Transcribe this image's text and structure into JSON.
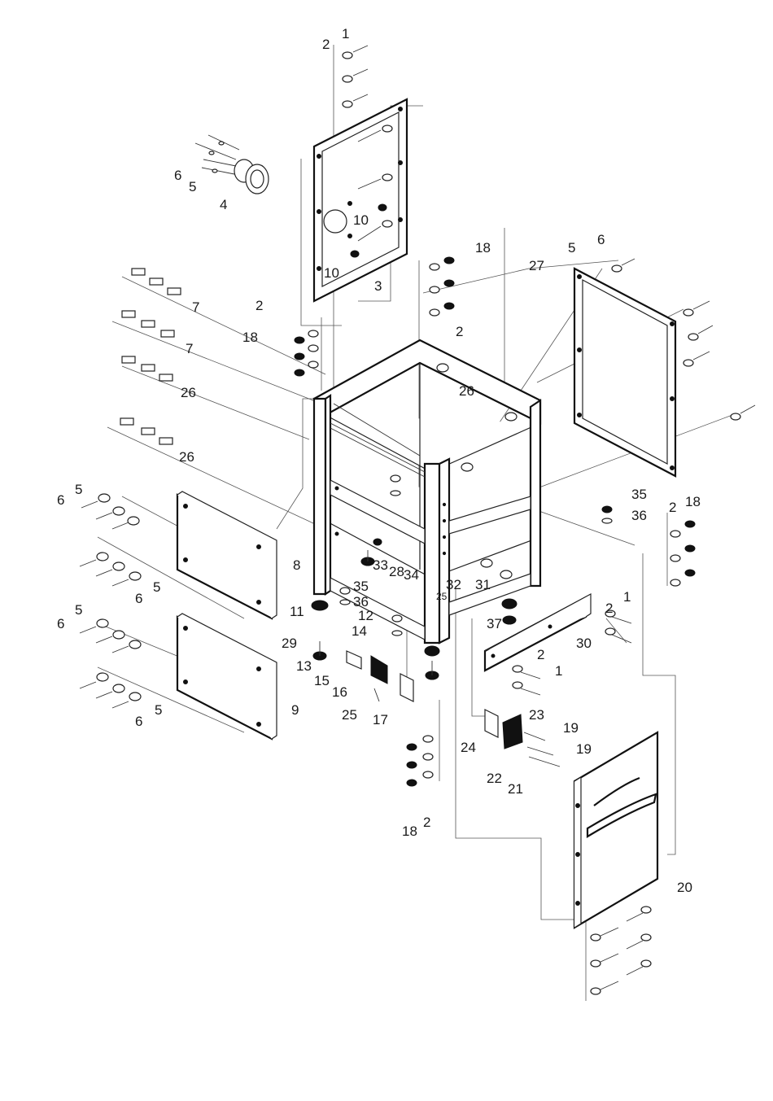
{
  "diagram": {
    "type": "exploded parts diagram",
    "labels": [
      {
        "id": "l1a",
        "text": "1"
      },
      {
        "id": "l2a",
        "text": "2"
      },
      {
        "id": "l6a",
        "text": "6"
      },
      {
        "id": "l5a",
        "text": "5"
      },
      {
        "id": "l4",
        "text": "4"
      },
      {
        "id": "l10a",
        "text": "10"
      },
      {
        "id": "l10b",
        "text": "10"
      },
      {
        "id": "l3",
        "text": "3"
      },
      {
        "id": "l18a",
        "text": "18"
      },
      {
        "id": "l2b",
        "text": "2"
      },
      {
        "id": "l5b",
        "text": "5"
      },
      {
        "id": "l6b",
        "text": "6"
      },
      {
        "id": "l27",
        "text": "27"
      },
      {
        "id": "l7a",
        "text": "7"
      },
      {
        "id": "l7b",
        "text": "7"
      },
      {
        "id": "l2c",
        "text": "2"
      },
      {
        "id": "l18b",
        "text": "18"
      },
      {
        "id": "l26a",
        "text": "26"
      },
      {
        "id": "l26b",
        "text": "26"
      },
      {
        "id": "l26c",
        "text": "26"
      },
      {
        "id": "l5c",
        "text": "5"
      },
      {
        "id": "l6c",
        "text": "6"
      },
      {
        "id": "l8",
        "text": "8"
      },
      {
        "id": "l5d",
        "text": "5"
      },
      {
        "id": "l6d",
        "text": "6"
      },
      {
        "id": "l35a",
        "text": "35"
      },
      {
        "id": "l36a",
        "text": "36"
      },
      {
        "id": "l2d",
        "text": "2"
      },
      {
        "id": "l18c",
        "text": "18"
      },
      {
        "id": "l33",
        "text": "33"
      },
      {
        "id": "l28",
        "text": "28"
      },
      {
        "id": "l34",
        "text": "34"
      },
      {
        "id": "l32",
        "text": "32"
      },
      {
        "id": "l31",
        "text": "31"
      },
      {
        "id": "l11",
        "text": "11"
      },
      {
        "id": "l35b",
        "text": "35"
      },
      {
        "id": "l36b",
        "text": "36"
      },
      {
        "id": "l12",
        "text": "12"
      },
      {
        "id": "l25a",
        "text": "25"
      },
      {
        "id": "l2e",
        "text": "2"
      },
      {
        "id": "l1b",
        "text": "1"
      },
      {
        "id": "l29",
        "text": "29"
      },
      {
        "id": "l37",
        "text": "37"
      },
      {
        "id": "l30",
        "text": "30"
      },
      {
        "id": "l14",
        "text": "14"
      },
      {
        "id": "l13",
        "text": "13"
      },
      {
        "id": "l2f",
        "text": "2"
      },
      {
        "id": "l1c",
        "text": "1"
      },
      {
        "id": "l5e",
        "text": "5"
      },
      {
        "id": "l6e",
        "text": "6"
      },
      {
        "id": "l15",
        "text": "15"
      },
      {
        "id": "l16",
        "text": "16"
      },
      {
        "id": "l9",
        "text": "9"
      },
      {
        "id": "l5f",
        "text": "5"
      },
      {
        "id": "l6f",
        "text": "6"
      },
      {
        "id": "l25b",
        "text": "25"
      },
      {
        "id": "l17",
        "text": "17"
      },
      {
        "id": "l23",
        "text": "23"
      },
      {
        "id": "l19a",
        "text": "19"
      },
      {
        "id": "l24",
        "text": "24"
      },
      {
        "id": "l19b",
        "text": "19"
      },
      {
        "id": "l22",
        "text": "22"
      },
      {
        "id": "l21",
        "text": "21"
      },
      {
        "id": "l18d",
        "text": "18"
      },
      {
        "id": "l2g",
        "text": "2"
      },
      {
        "id": "l20",
        "text": "20"
      }
    ]
  }
}
